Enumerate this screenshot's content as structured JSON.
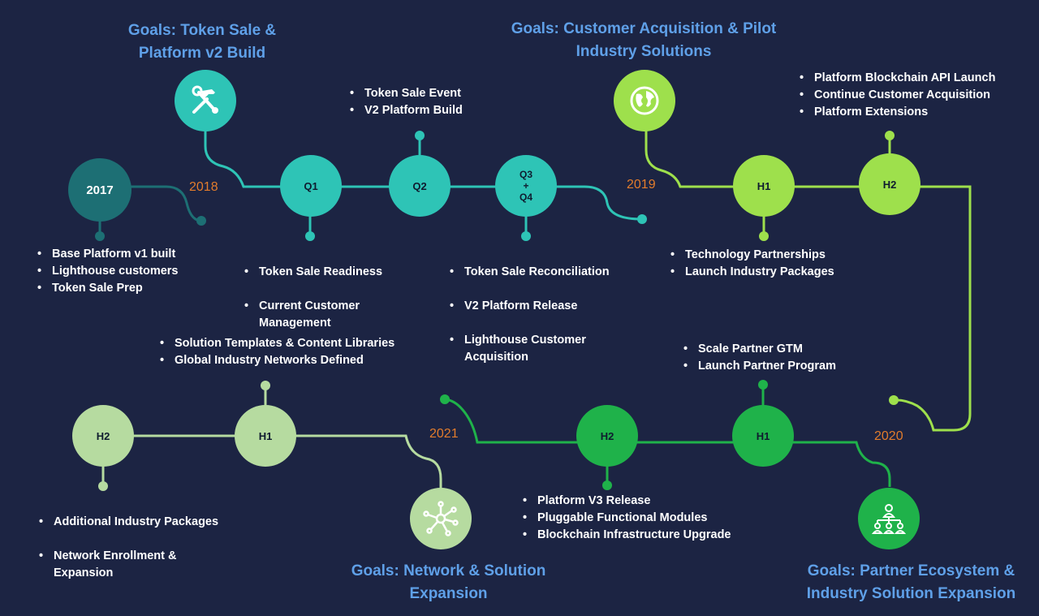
{
  "goals": {
    "g2018": "Goals: Token Sale &\nPlatform v2 Build",
    "g2019": "Goals: Customer Acquisition & Pilot\nIndustry Solutions",
    "g2020": "Goals: Partner Ecosystem &\nIndustry Solution Expansion",
    "g2021": "Goals: Network & Solution\nExpansion"
  },
  "years": {
    "y2017": "2017",
    "y2018": "2018",
    "y2019": "2019",
    "y2020": "2020",
    "y2021": "2021"
  },
  "nodes": {
    "q1": "Q1",
    "q2": "Q2",
    "q34": "Q3\n+\nQ4",
    "h1_2019": "H1",
    "h2_2019": "H2",
    "h1_2020": "H1",
    "h2_2020": "H2",
    "h1_2021": "H1",
    "h2_2021": "H2"
  },
  "bullets": {
    "b2017": [
      "Base Platform v1 built",
      "Lighthouse customers",
      "Token Sale Prep"
    ],
    "q1": [
      "Token Sale Readiness",
      "Current Customer\nManagement"
    ],
    "q2": [
      "Token Sale Event",
      "V2 Platform Build"
    ],
    "q34": [
      "Token Sale Reconciliation",
      "V2 Platform Release",
      "Lighthouse Customer\nAcquisition"
    ],
    "h1_2019": [
      "Technology Partnerships",
      "Launch Industry Packages"
    ],
    "h2_2019": [
      "Platform Blockchain API Launch",
      "Continue Customer Acquisition",
      "Platform Extensions"
    ],
    "h1_2020": [
      "Scale Partner GTM",
      "Launch Partner Program"
    ],
    "h2_2020": [
      "Platform V3 Release",
      "Pluggable Functional Modules",
      "Blockchain Infrastructure Upgrade"
    ],
    "h1_2021": [
      "Solution Templates & Content Libraries",
      "Global Industry Networks Defined"
    ],
    "h2_2021": [
      "Additional Industry Packages",
      "Network Enrollment &\nExpansion"
    ]
  },
  "icons": {
    "g2018": "tools-icon",
    "g2019": "globe-icon",
    "g2020": "org-chart-icon",
    "g2021": "network-icon"
  },
  "colors": {
    "background": "#1c2443",
    "teal_dark": "#1d6f74",
    "teal": "#2ec4b6",
    "lime": "#9ee04c",
    "green": "#1fb24a",
    "pale_green": "#b6dba0",
    "year_orange": "#e27c2c",
    "goal_blue": "#5fa0e8"
  }
}
